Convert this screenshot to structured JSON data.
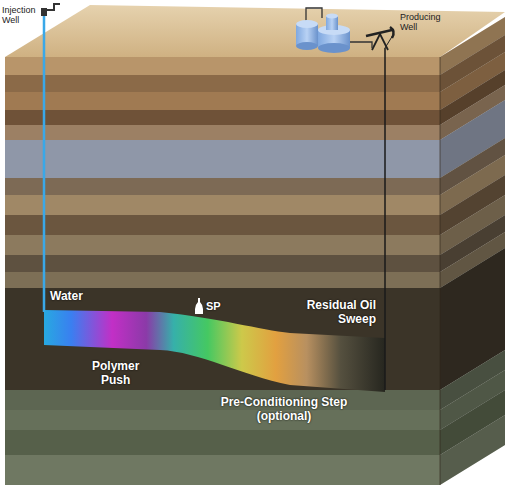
{
  "diagram": {
    "labels": [
      "Injection Well",
      "Producing Well",
      "Water",
      "SP",
      "Residual Oil Sweep",
      "Polymer Push",
      "Pre-Conditioning Step (optional)"
    ]
  }
}
